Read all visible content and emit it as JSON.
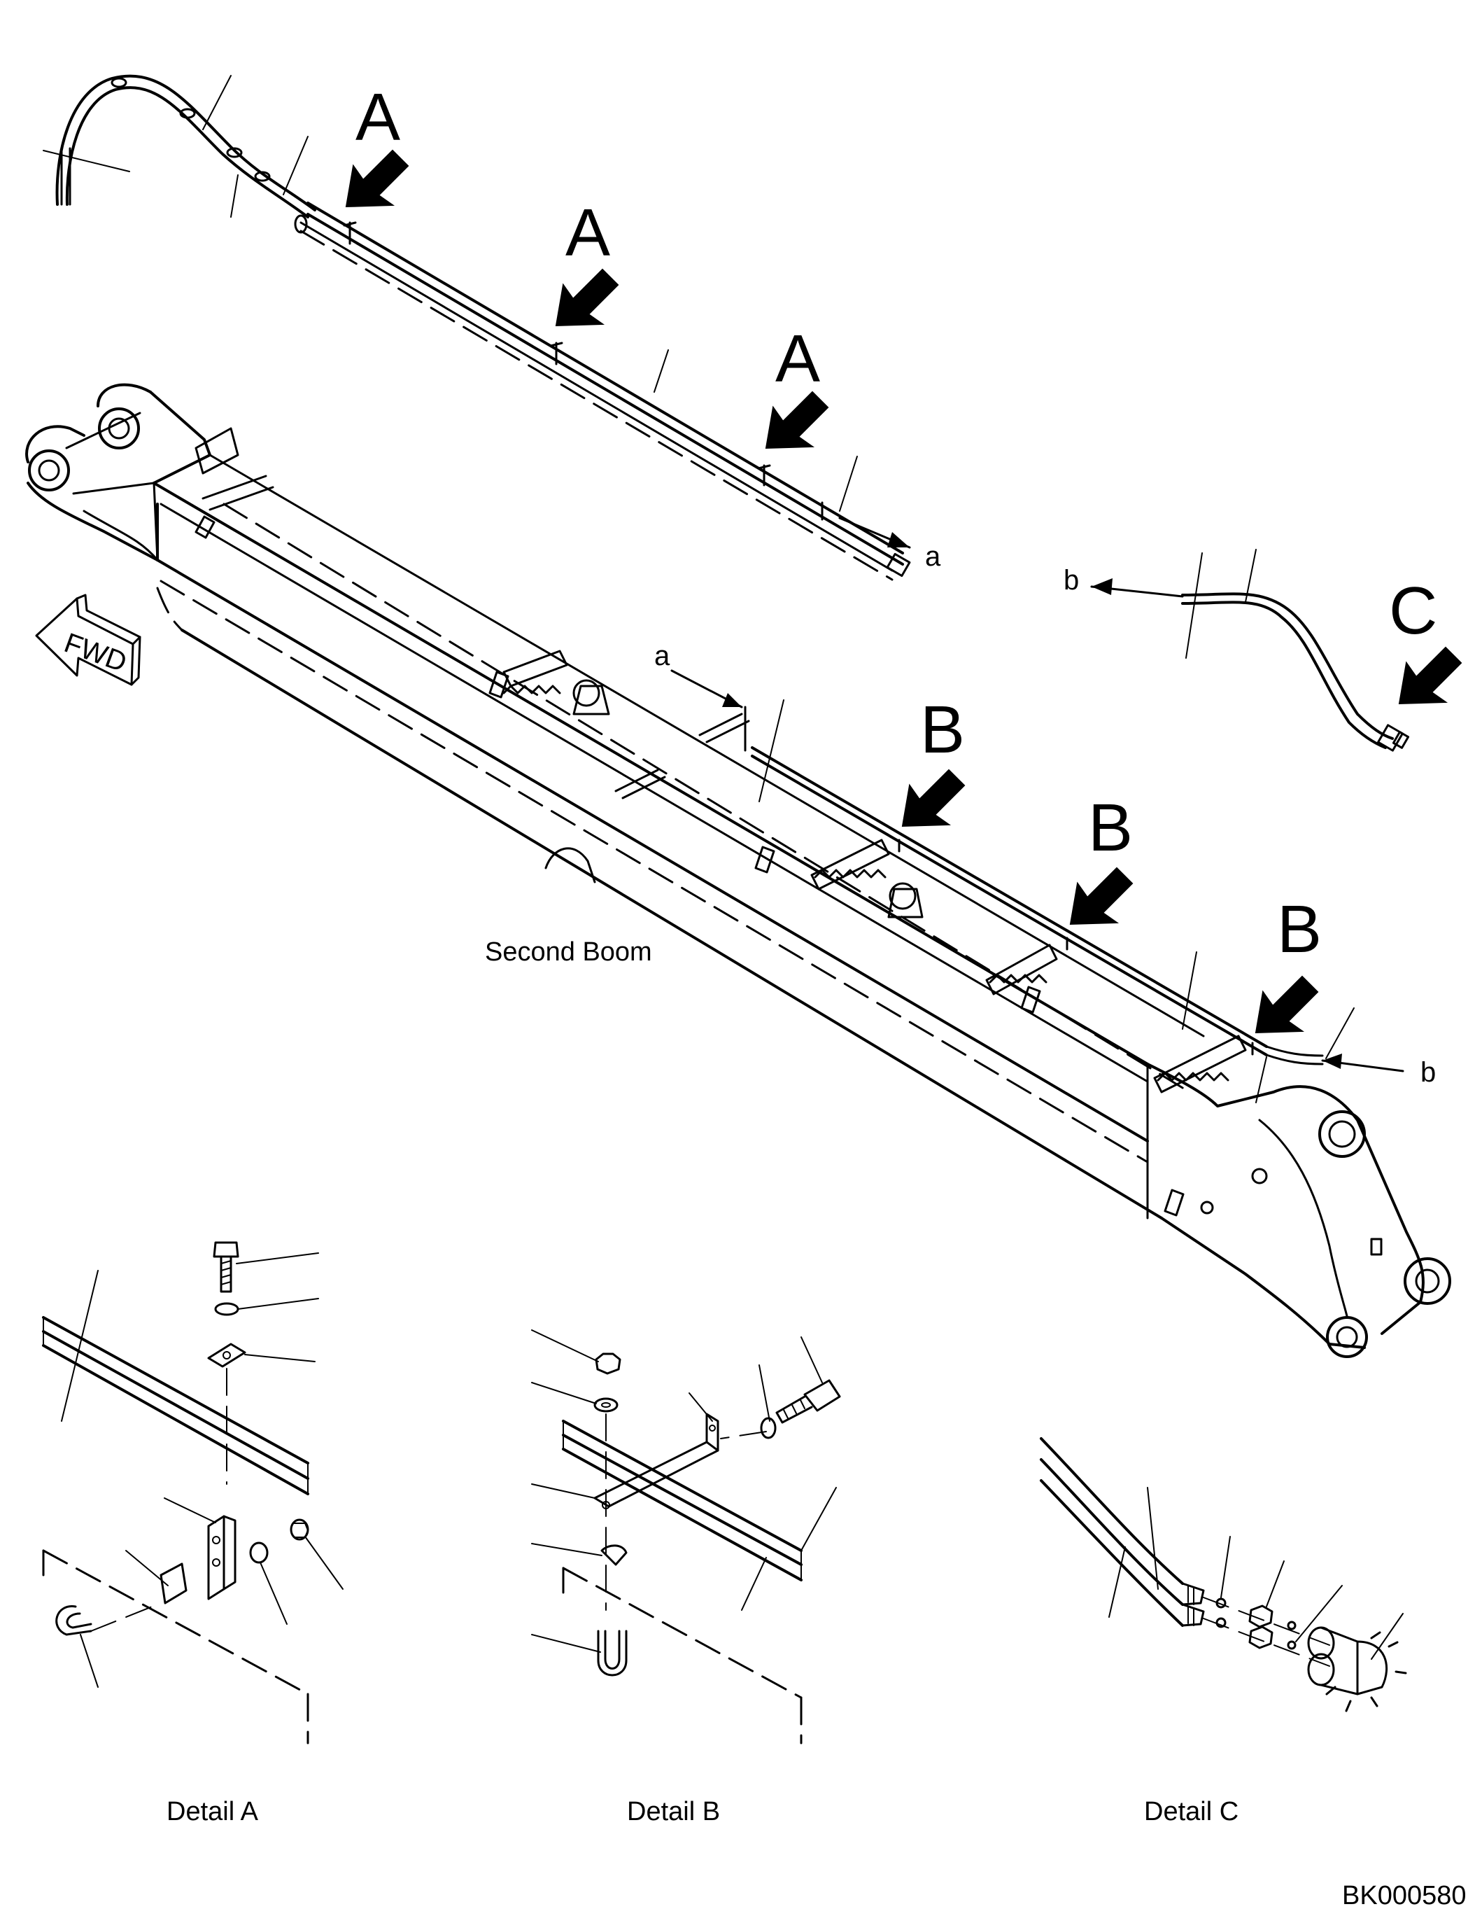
{
  "callouts": {
    "a": "A",
    "b": "B",
    "c": "C"
  },
  "refs": {
    "a": "a",
    "b": "b"
  },
  "labels": {
    "second_boom": "Second Boom",
    "fwd": "FWD",
    "detail_a": "Detail A",
    "detail_b": "Detail B",
    "detail_c": "Detail C",
    "drawing_id": "BK000580"
  }
}
